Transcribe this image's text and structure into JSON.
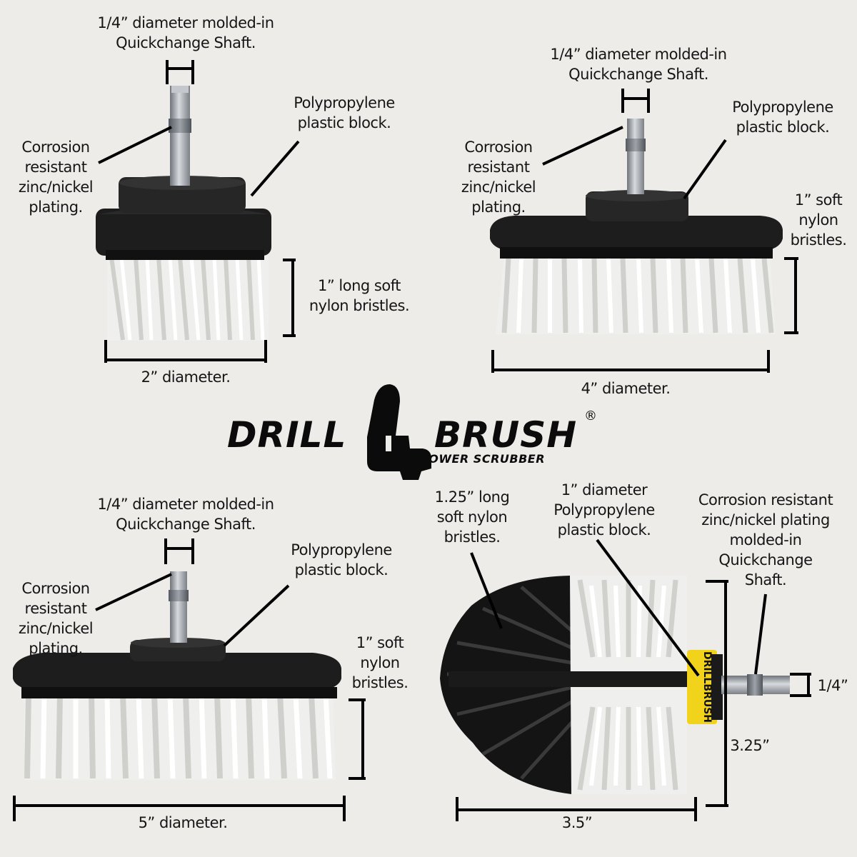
{
  "logo": {
    "word_left": "DRILL",
    "word_right": "BRUSH",
    "tagline": "POWER SCRUBBER",
    "registered": "®",
    "band_text": "DRILLBRUSH"
  },
  "colors": {
    "background": "#eeece9",
    "brush_block": "#1b1b1b",
    "bristles_white": "#f4f4f2",
    "shaft_metal": "#a9adb2",
    "band_yellow": "#f2d31c"
  },
  "brush_2in": {
    "shaft_label": "1/4” diameter molded-in\nQuickchange Shaft.",
    "block_label": "Polypropylene\nplastic block.",
    "plating_label": "Corrosion\nresistant\nzinc/nickel\nplating.",
    "bristle_label": "1” long soft\nnylon bristles.",
    "diameter_label": "2” diameter."
  },
  "brush_4in": {
    "shaft_label": "1/4” diameter molded-in\nQuickchange Shaft.",
    "block_label": "Polypropylene\nplastic block.",
    "plating_label": "Corrosion\nresistant\nzinc/nickel\nplating.",
    "bristle_label": "1” soft\nnylon\nbristles.",
    "diameter_label": "4” diameter."
  },
  "brush_5in": {
    "shaft_label": "1/4” diameter molded-in\nQuickchange Shaft.",
    "block_label": "Polypropylene\nplastic block.",
    "plating_label": "Corrosion\nresistant\nzinc/nickel\nplating.",
    "bristle_label": "1” soft\nnylon\nbristles.",
    "diameter_label": "5” diameter."
  },
  "brush_cone": {
    "bristle_label": "1.25” long\nsoft nylon\nbristles.",
    "block_label": "1” diameter\nPolypropylene\nplastic block.",
    "shaft_label": "Corrosion resistant\nzinc/nickel plating\nmolded-in\nQuickchange\nShaft.",
    "shaft_dim_label": "1/4”",
    "height_label": "3.25”",
    "width_label": "3.5”"
  }
}
